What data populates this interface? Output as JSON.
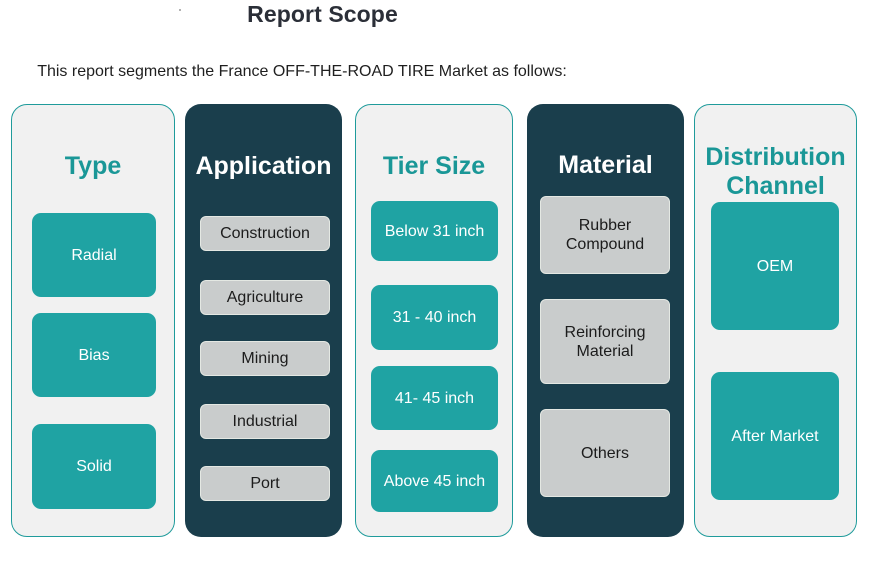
{
  "header": {
    "title": "Report Scope",
    "subtitle": "This report segments the France OFF-THE-ROAD TIRE Market as follows:"
  },
  "colors": {
    "teal_accent": "#1fa3a3",
    "teal_header_text": "#1a9797",
    "dark_navy": "#1a3e4c",
    "light_panel": "#f1f1f1",
    "gray_chip": "#c9cccc",
    "title_text": "#2b2f38"
  },
  "columns": [
    {
      "id": "type",
      "style": "light",
      "header": "Type",
      "items": [
        "Radial",
        "Bias",
        "Solid"
      ]
    },
    {
      "id": "application",
      "style": "dark",
      "header": "Application",
      "items": [
        "Construction",
        "Agriculture",
        "Mining",
        "Industrial",
        "Port"
      ]
    },
    {
      "id": "tier-size",
      "style": "light",
      "header": "Tier Size",
      "items": [
        "Below 31 inch",
        "31 - 40 inch",
        "41- 45 inch",
        "Above 45 inch"
      ]
    },
    {
      "id": "material",
      "style": "dark",
      "header": "Material",
      "items": [
        "Rubber Compound",
        "Reinforcing Material",
        "Others"
      ]
    },
    {
      "id": "distribution-channel",
      "style": "light",
      "header": "Distribution Channel",
      "items": [
        "OEM",
        "After Market"
      ]
    }
  ]
}
